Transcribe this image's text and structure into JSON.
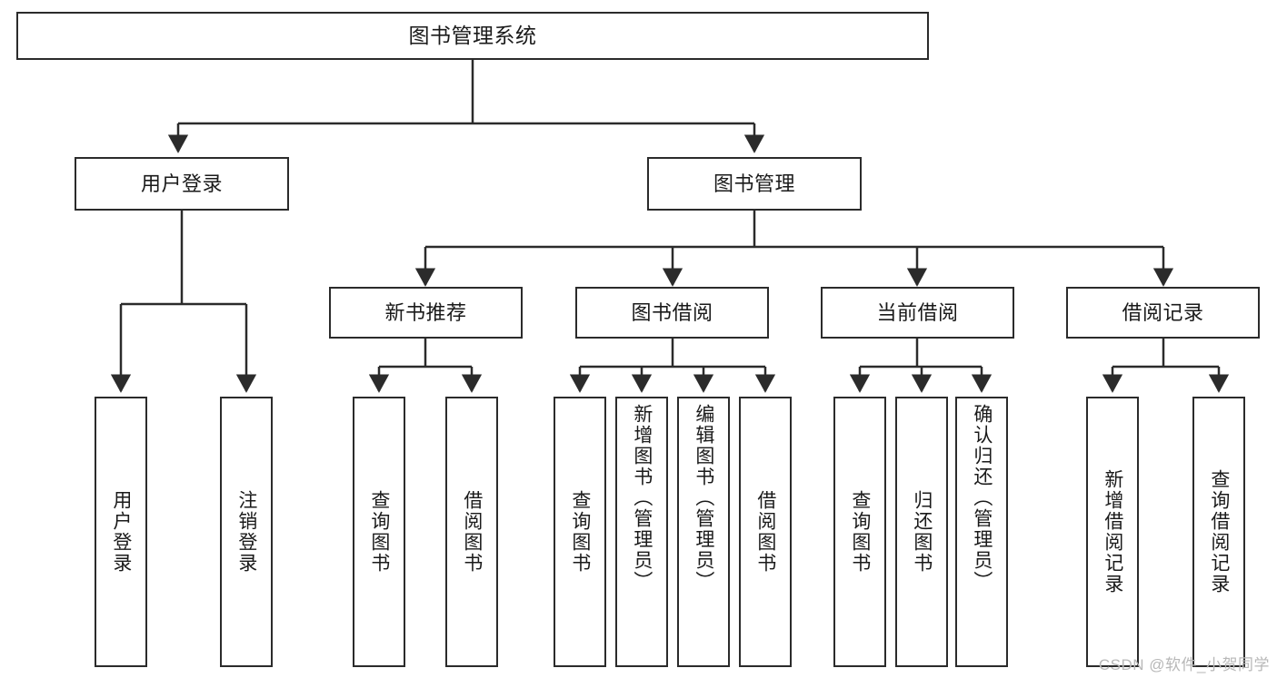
{
  "diagram": {
    "type": "tree-hierarchy",
    "title": "图书管理系统",
    "orientation": "top-down",
    "colors": {
      "box_border": "#2b2b2b",
      "box_fill": "#ffffff",
      "connector": "#2b2b2b",
      "text": "#1a1a1a",
      "watermark": "#b8b8b8",
      "background": "#ffffff"
    }
  },
  "root": {
    "label": "图书管理系统"
  },
  "level2": [
    {
      "label": "用户登录"
    },
    {
      "label": "图书管理"
    }
  ],
  "level3": [
    {
      "label": "新书推荐"
    },
    {
      "label": "图书借阅"
    },
    {
      "label": "当前借阅"
    },
    {
      "label": "借阅记录"
    }
  ],
  "leaves": {
    "user_login": [
      {
        "label": "用户登录"
      },
      {
        "label": "注销登录"
      }
    ],
    "new_book": [
      {
        "label": "查询图书"
      },
      {
        "label": "借阅图书"
      }
    ],
    "book_borrow": [
      {
        "label": "查询图书"
      },
      {
        "label": "新增图书（管理员）"
      },
      {
        "label": "编辑图书（管理员）"
      },
      {
        "label": "借阅图书"
      }
    ],
    "current_borrow": [
      {
        "label": "查询图书"
      },
      {
        "label": "归还图书"
      },
      {
        "label": "确认归还（管理员）"
      }
    ],
    "borrow_record": [
      {
        "label": "新增借阅记录"
      },
      {
        "label": "查询借阅记录"
      }
    ]
  },
  "watermark": {
    "text": "CSDN @软件_小贺同学"
  }
}
